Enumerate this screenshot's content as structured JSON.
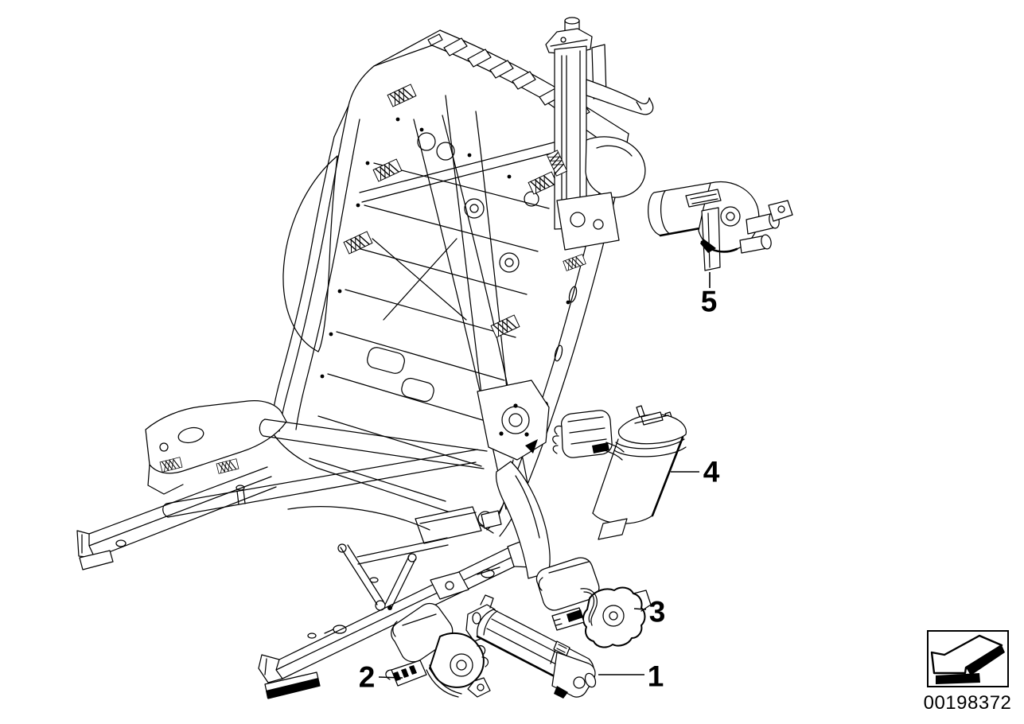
{
  "figure": {
    "background_color": "#ffffff",
    "line_color": "#000000",
    "content": "exploded-view seat frame with electric adjustment drives"
  },
  "callouts": [
    {
      "label": "1"
    },
    {
      "label": "2"
    },
    {
      "label": "3"
    },
    {
      "label": "4"
    },
    {
      "label": "5"
    }
  ],
  "stamp": {
    "number": "00198372",
    "icon": "direction-arrow-icon"
  }
}
